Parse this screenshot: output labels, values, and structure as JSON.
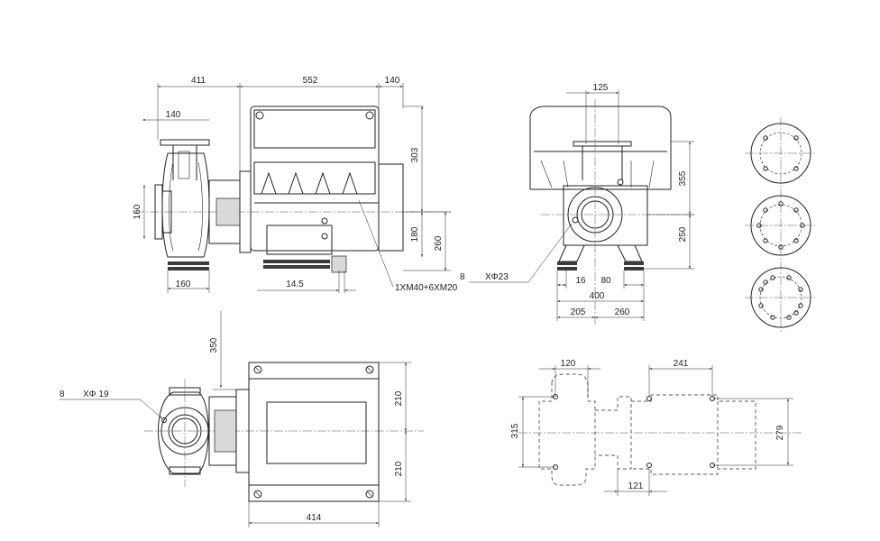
{
  "side_view": {
    "dims": {
      "suction_length": "411",
      "motor_length": "552",
      "terminal_box": "140",
      "flange_offset": "140",
      "motor_height": "303",
      "shaft_height": "180",
      "foot_height": "260",
      "flange_height": "160",
      "base_width": "160",
      "foot_thickness": "14.5"
    },
    "cable_note": "1XM40+6XM20"
  },
  "end_view": {
    "dims": {
      "top_offset": "125",
      "upper_height": "355",
      "lower_height": "250",
      "foot_gap_a": "16",
      "foot_gap_b": "80",
      "foot_span": "400",
      "left_half": "205",
      "right_half": "260"
    },
    "hole_count": "8",
    "hole_label": "XΦ23"
  },
  "top_view": {
    "dims": {
      "vertical": "350",
      "upper_half": "210",
      "lower_half": "210",
      "width": "414"
    },
    "hole_count": "8",
    "hole_label": "XΦ 19"
  },
  "dashed_view": {
    "dims": {
      "top_left": "120",
      "top_right": "241",
      "left_height": "315",
      "right_height": "279",
      "bottom": "121"
    }
  }
}
